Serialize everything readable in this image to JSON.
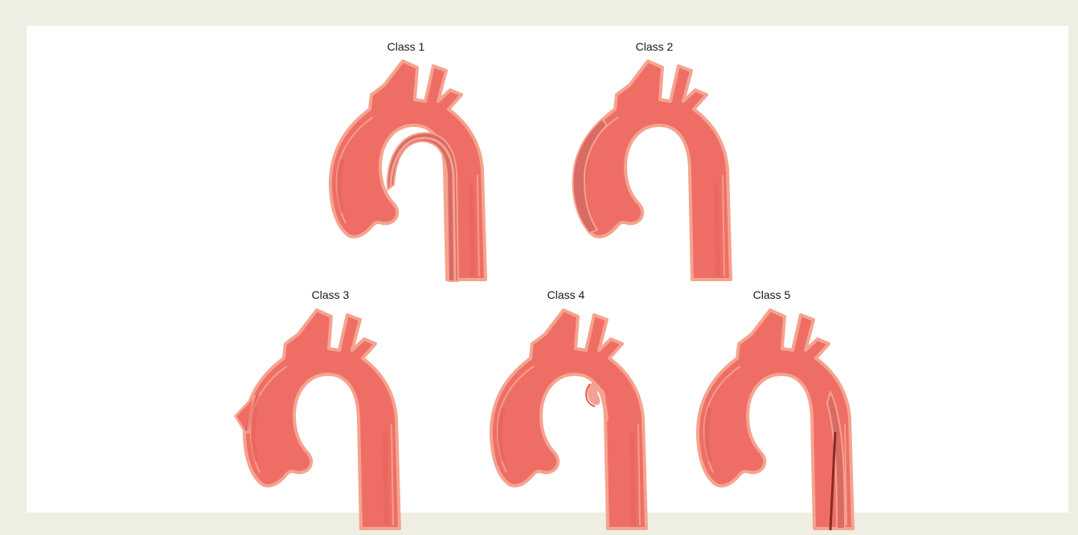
{
  "figure": {
    "classes": [
      {
        "label": "Class 1"
      },
      {
        "label": "Class 2"
      },
      {
        "label": "Class 3"
      },
      {
        "label": "Class 4"
      },
      {
        "label": "Class 5"
      }
    ]
  },
  "colors": {
    "background": "#efeee3",
    "panel": "#ffffff",
    "vessel_fill": "#ee6e66",
    "vessel_wall": "#f5a38f",
    "vessel_shadow": "#d9594f",
    "false_lumen": "#d96a64",
    "dark_line": "#8a2a22"
  }
}
